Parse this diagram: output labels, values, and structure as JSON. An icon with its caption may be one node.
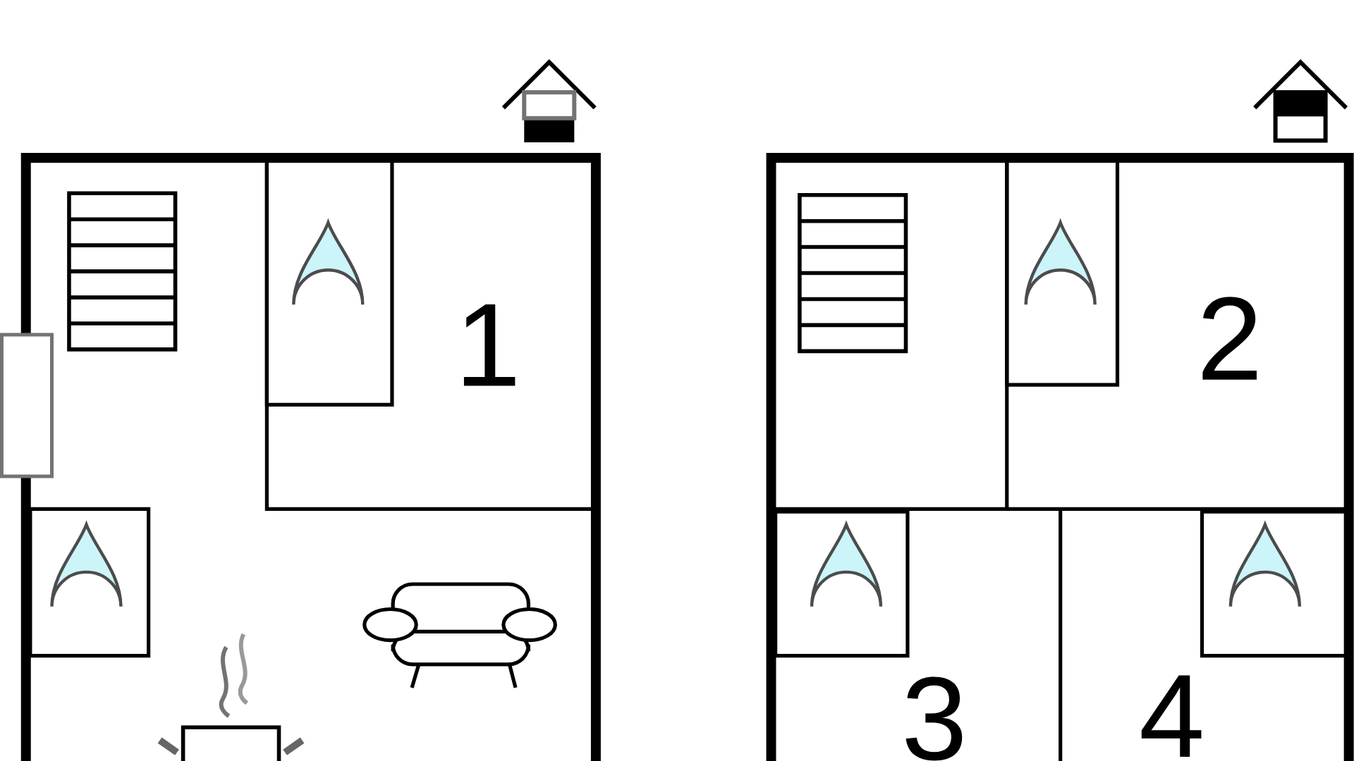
{
  "diagram": {
    "labels": [
      "1",
      "2",
      "3",
      "4"
    ]
  }
}
